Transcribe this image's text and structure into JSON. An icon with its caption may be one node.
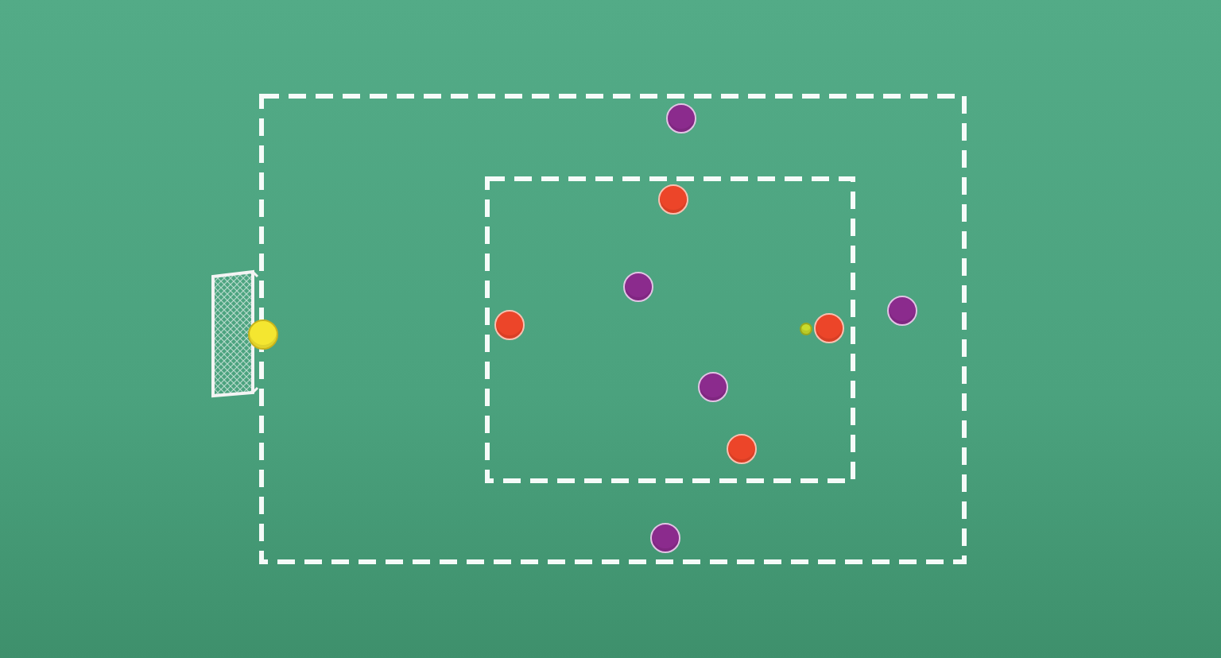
{
  "diagram": {
    "nodes": [
      {
        "text": [],
        "shape": "box"
      },
      {
        "text": [],
        "shape": "box",
        "in": 0
      },
      {
        "text": [],
        "shape": "goal"
      },
      {
        "text": [],
        "shape": "circle"
      },
      {
        "text": [],
        "shape": "circle",
        "in": 0
      },
      {
        "text": [],
        "shape": "circle",
        "in": 1
      },
      {
        "text": [],
        "shape": "circle",
        "in": 1
      },
      {
        "text": [],
        "shape": "circle",
        "in": 1
      },
      {
        "text": [],
        "shape": "circle",
        "in": 1
      },
      {
        "text": [],
        "shape": "circle",
        "in": 1
      },
      {
        "text": [],
        "shape": "circle",
        "in": 0
      },
      {
        "text": [],
        "shape": "circle",
        "in": 1
      },
      {
        "text": [],
        "shape": "circle",
        "in": 1
      },
      {
        "text": [],
        "shape": "circle",
        "in": 0
      }
    ]
  }
}
